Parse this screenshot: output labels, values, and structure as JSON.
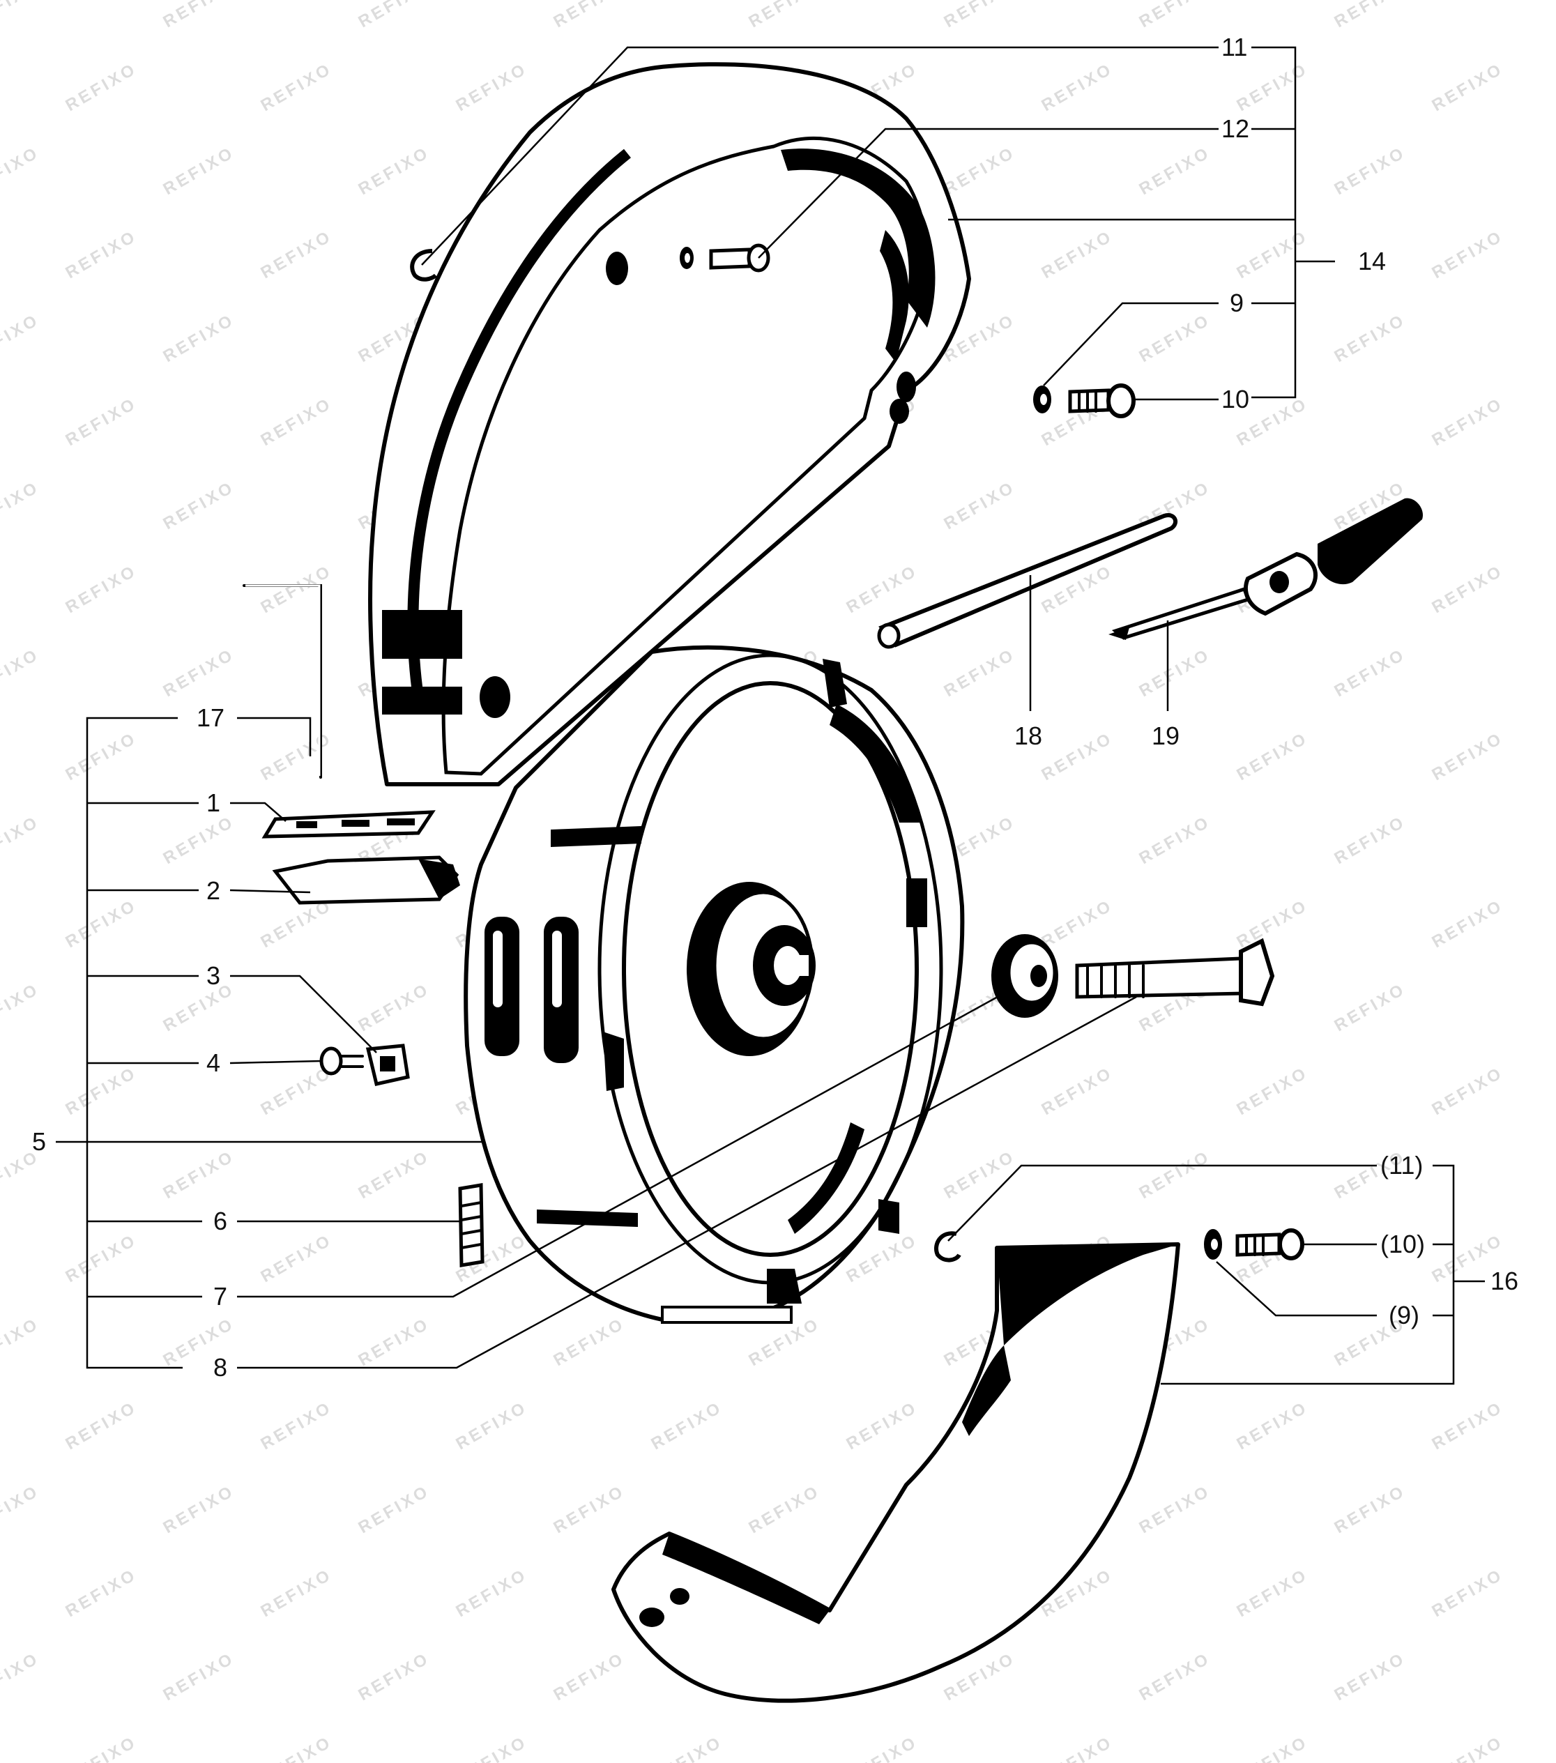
{
  "watermark": "REFIXO",
  "callouts": {
    "c1": "1",
    "c2": "2",
    "c3": "3",
    "c4": "4",
    "c5": "5",
    "c6": "6",
    "c7": "7",
    "c8": "8",
    "c9": "9",
    "c10": "10",
    "c11": "11",
    "c12": "12",
    "c14": "14",
    "c16": "16",
    "c17": "17",
    "c18": "18",
    "c19": "19",
    "c9b": "(9)",
    "c10b": "(10)",
    "c11b": "(11)"
  },
  "colors": {
    "ink": "#000000",
    "paper": "#ffffff",
    "watermark": "#dcdcdc"
  }
}
